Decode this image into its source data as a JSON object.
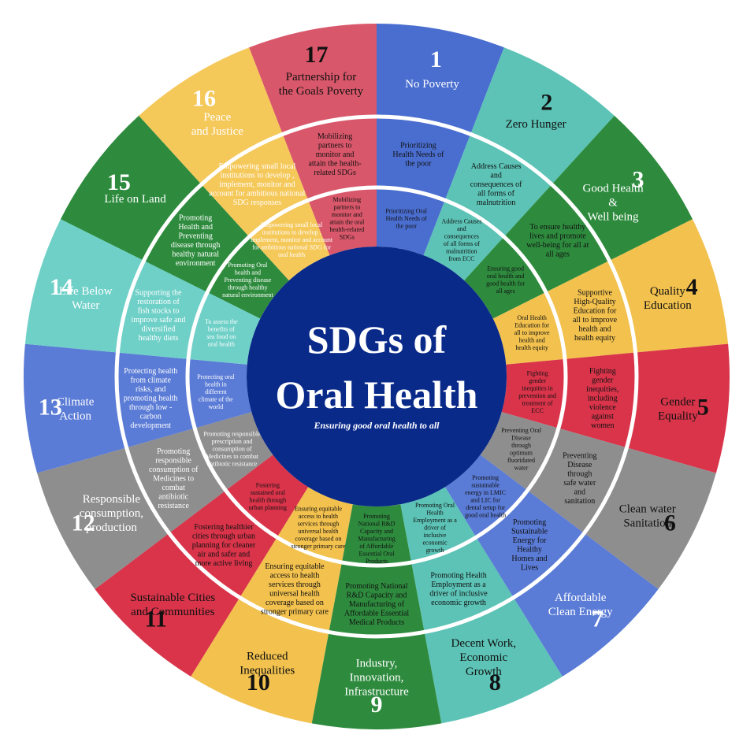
{
  "center": {
    "title_line1": "SDGs of",
    "title_line2": "Oral Health",
    "subtitle": "Ensuring good oral health to all"
  },
  "colors": {
    "center": "#0a2a8a",
    "divider": "#ffffff",
    "light_text_goals": [
      12,
      13,
      14,
      15,
      16
    ]
  },
  "goals": [
    {
      "number": "1",
      "label": [
        "No Poverty"
      ],
      "color": "#4a6ed0",
      "mid": [
        "Prioritizing",
        "Health Needs of",
        "the poor"
      ],
      "inner": [
        "Prioritizing Oral",
        "Health Needs of",
        "the poor"
      ]
    },
    {
      "number": "2",
      "label": [
        "Zero Hunger"
      ],
      "color": "#5cc3b6",
      "mid": [
        "Address Causes",
        "and",
        "consequences of",
        "all forms of",
        "malnutrition"
      ],
      "inner": [
        "Address Causes",
        "and",
        "consequences",
        "of all forms of",
        "malnutrition",
        "from ECC"
      ]
    },
    {
      "number": "3",
      "label": [
        "Good Health",
        "&",
        "Well being"
      ],
      "color": "#2e8b3e",
      "mid": [
        "To ensure healthy",
        "lives and promote",
        "well-being for all at",
        "all ages"
      ],
      "inner": [
        "Ensuring good",
        "oral health and",
        "good health  for",
        "all ages"
      ]
    },
    {
      "number": "4",
      "label": [
        "Quality",
        "Education"
      ],
      "color": "#f2c14e",
      "mid": [
        "Supportive",
        "High-Quality",
        "Education for",
        "all to improve",
        "health and",
        "health equity"
      ],
      "inner": [
        "Oral Health",
        "Education for",
        "all to improve",
        "health and",
        "health equity"
      ]
    },
    {
      "number": "5",
      "label": [
        "Gender",
        "Equality"
      ],
      "color": "#d9344a",
      "mid": [
        "Fighting",
        "gender",
        "inequities,",
        "including",
        "violence",
        "against",
        "women"
      ],
      "inner": [
        "Fighting",
        "gender",
        "inequities in",
        "prevention and",
        "treatment of",
        "ECC"
      ]
    },
    {
      "number": "6",
      "label": [
        "Clean water",
        "Sanitation"
      ],
      "color": "#8e8e8e",
      "mid": [
        "Preventing",
        "Disease",
        "through",
        "safe water",
        "and",
        "sanitation"
      ],
      "inner": [
        "Preventing Oral",
        "Disease",
        "through",
        "optimum",
        "fluoridated",
        "water"
      ]
    },
    {
      "number": "7",
      "label": [
        "Affordable",
        "Clean Energy"
      ],
      "color": "#5a7bd6",
      "mid": [
        "Promoting",
        "Sustainable",
        "Energy for",
        "Healthy",
        "Homes and",
        "Lives"
      ],
      "inner": [
        "Promoting",
        "sustainable",
        "energy in LMIC",
        "and LIC for",
        "dental setup for",
        "good oral health"
      ]
    },
    {
      "number": "8",
      "label": [
        "Decent Work,",
        "Economic",
        "Growth"
      ],
      "color": "#5cc3b6",
      "mid": [
        "Promoting Health",
        "Employment as a",
        "driver of inclusive",
        "economic growth"
      ],
      "inner": [
        "Promoting Oral",
        "Health",
        "Employment as a",
        "driver of",
        "inclusive",
        "economic",
        "growth"
      ]
    },
    {
      "number": "9",
      "label": [
        "Industry,",
        "Innovation,",
        "Infrastructure"
      ],
      "color": "#2e8b3e",
      "mid": [
        "Promoting National",
        "R&D Capacity and",
        "Manufacturing of",
        "Affordable Essential",
        "Medical Products"
      ],
      "inner": [
        "Promoting",
        "National R&D",
        "Capacity and",
        "Manufacturing",
        "of Affordable",
        "Essential Oral",
        "Products"
      ]
    },
    {
      "number": "10",
      "label": [
        "Reduced",
        "Inequalities"
      ],
      "color": "#f2c14e",
      "mid": [
        "Ensuring equitable",
        "access to health",
        "services through",
        "universal health",
        "coverage based on",
        "stronger primary care"
      ],
      "inner": [
        "Ensuring equitable",
        "access to health",
        "services through",
        "universal health",
        "coverage based on",
        "stronger primary care"
      ]
    },
    {
      "number": "11",
      "label": [
        "Sustainable Cities",
        "and Communities"
      ],
      "color": "#d9344a",
      "mid": [
        "Fostering healthier",
        "cities through urban",
        "planning for cleaner",
        "air  and safer and",
        "more active living"
      ],
      "inner": [
        "Fostering",
        "sustained oral",
        "health  through",
        "urban planning"
      ]
    },
    {
      "number": "12",
      "label": [
        "Responsible",
        "consumption,",
        "production"
      ],
      "color": "#8e8e8e",
      "mid": [
        "Promoting",
        "responsible",
        "consumption of",
        "Medicines to",
        "combat",
        "antibiotic",
        "resistance"
      ],
      "inner": [
        "Promoting responsible",
        "prescription and",
        "consumption of",
        "Medicines to combat",
        "antibiotic resistance"
      ]
    },
    {
      "number": "13",
      "label": [
        "Climate",
        "Action"
      ],
      "color": "#5a7bd6",
      "mid": [
        "Protecting health",
        "from climate",
        "risks, and",
        "promoting health",
        "through low -",
        "carbon",
        "development"
      ],
      "inner": [
        "Protecting oral",
        "health in",
        "different",
        "climate of the",
        "world"
      ]
    },
    {
      "number": "14",
      "label": [
        "Life Below",
        "Water"
      ],
      "color": "#6fd0c8",
      "mid": [
        "Supporting the",
        "restoration of",
        "fish stocks to",
        "improve safe and",
        "diversified",
        "healthy diets"
      ],
      "inner": [
        "To assess the",
        "benefits of",
        "sea food on",
        "oral health"
      ]
    },
    {
      "number": "15",
      "label": [
        "Life on Land"
      ],
      "color": "#2e8b3e",
      "mid": [
        "Promoting",
        "Health and",
        "Preventing",
        "disease through",
        "healthy natural",
        "environment"
      ],
      "inner": [
        "Promoting Oral",
        "health and",
        "Preventing disease",
        "through healthy",
        "natural environment"
      ]
    },
    {
      "number": "16",
      "label": [
        "Peace",
        "and Justice"
      ],
      "color": "#f5c85a",
      "mid": [
        "Empowering small local",
        "institutions to develop ,",
        "implement, monitor and",
        "account for ambitious national",
        "SDG responses"
      ],
      "inner": [
        "Empowering small local",
        "institutions to develop ,",
        "implement, monitor and account",
        "for ambitious national SDG  for",
        "oral health"
      ]
    },
    {
      "number": "17",
      "label": [
        "Partnership for",
        "the Goals Poverty"
      ],
      "color": "#d9576a",
      "mid": [
        "Mobilizing",
        "partners to",
        "monitor and",
        "attain the health-",
        "related SDGs"
      ],
      "inner": [
        "Mobilizing",
        "partners to",
        "monitor and",
        "attain the oral",
        "health-related",
        "SDGs"
      ]
    }
  ]
}
